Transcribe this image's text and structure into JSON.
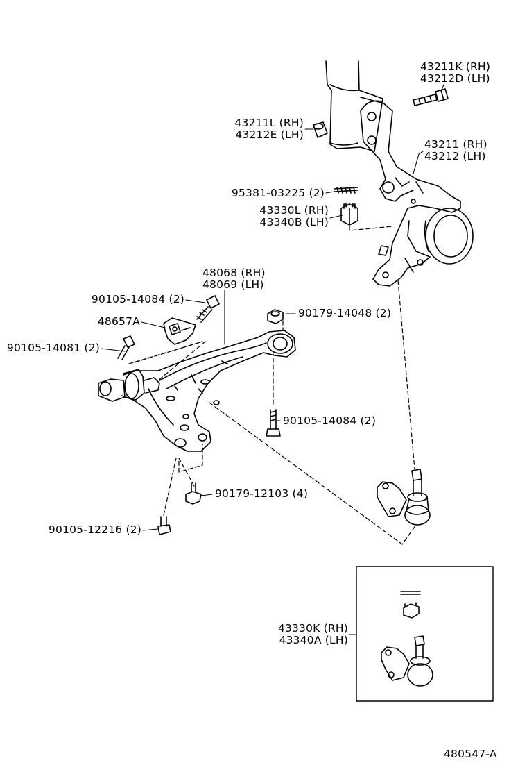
{
  "diagram_number": "480547-A",
  "callouts": {
    "bolt_upper": {
      "line1": "43211K (RH)",
      "line2": "43212D (LH)"
    },
    "nut_upper": {
      "line1": "43211L (RH)",
      "line2": "43212E (LH)"
    },
    "knuckle": {
      "line1": "43211 (RH)",
      "line2": "43212 (LH)"
    },
    "cotter_pin": {
      "line1": "95381-03225 (2)"
    },
    "castle_nut": {
      "line1": "43330L (RH)",
      "line2": "43340B (LH)"
    },
    "lower_arm": {
      "line1": "48068 (RH)",
      "line2": "48069 (LH)"
    },
    "bolt_bracket": {
      "line1": "90105-14084 (2)"
    },
    "bracket": {
      "line1": "48657A"
    },
    "bolt_bracket_lower": {
      "line1": "90105-14081 (2)"
    },
    "nut_arm": {
      "line1": "90179-14048 (2)"
    },
    "bolt_arm_rear": {
      "line1": "90105-14084 (2)"
    },
    "nut_balljoint": {
      "line1": "90179-12103 (4)"
    },
    "bolt_balljoint": {
      "line1": "90105-12216 (2)"
    },
    "balljoint_assy": {
      "line1": "43330K (RH)",
      "line2": "43340A (LH)"
    }
  }
}
